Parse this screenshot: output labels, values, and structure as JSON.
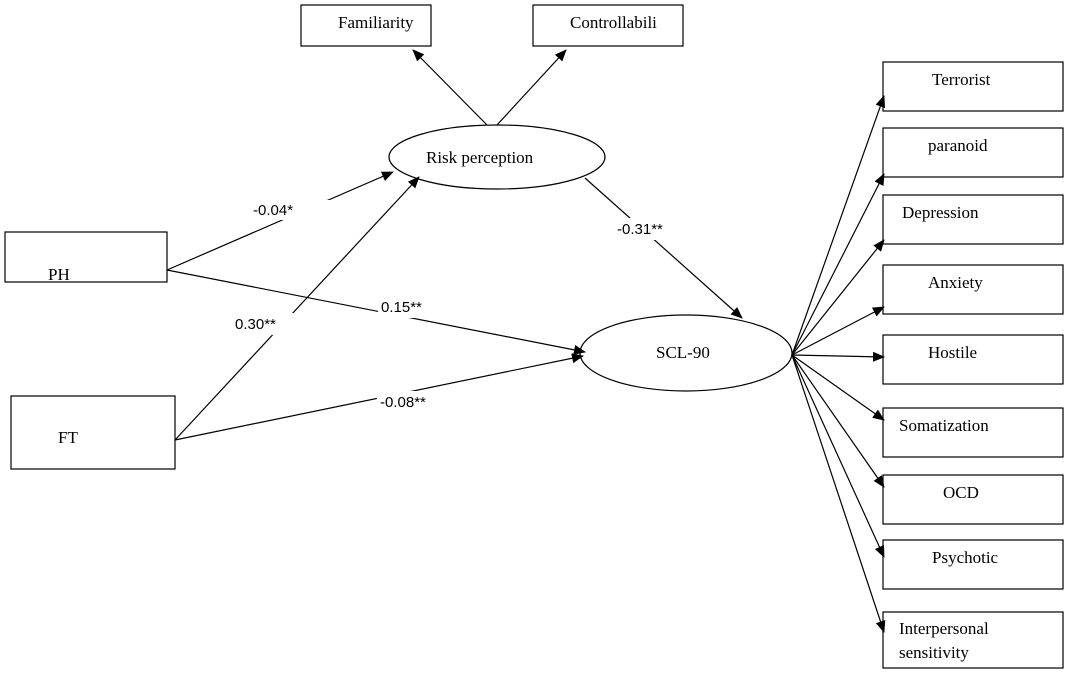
{
  "nodes": {
    "familiarity": "Familiarity",
    "controllability": "Controllabili",
    "risk_perception": "Risk  perception",
    "ph": "PH",
    "ft": "FT",
    "scl90": "SCL-90",
    "outcomes": [
      {
        "id": "terrorist",
        "label": [
          "Terrorist"
        ]
      },
      {
        "id": "paranoid",
        "label": [
          "paranoid"
        ]
      },
      {
        "id": "depression",
        "label": [
          "Depression"
        ]
      },
      {
        "id": "anxiety",
        "label": [
          "Anxiety"
        ]
      },
      {
        "id": "hostile",
        "label": [
          "Hostile"
        ]
      },
      {
        "id": "somatization",
        "label": [
          "Somatization"
        ]
      },
      {
        "id": "ocd",
        "label": [
          "OCD"
        ]
      },
      {
        "id": "psychotic",
        "label": [
          "Psychotic"
        ]
      },
      {
        "id": "interpersonal-sensitivity",
        "label": [
          "Interpersonal",
          "sensitivity"
        ]
      }
    ]
  },
  "coefficients": {
    "ph_to_risk": "-0.04*",
    "ft_to_risk": "0.30**",
    "ph_to_scl": "0.15**",
    "ft_to_scl": "-0.08**",
    "risk_to_scl": "-0.31**"
  }
}
